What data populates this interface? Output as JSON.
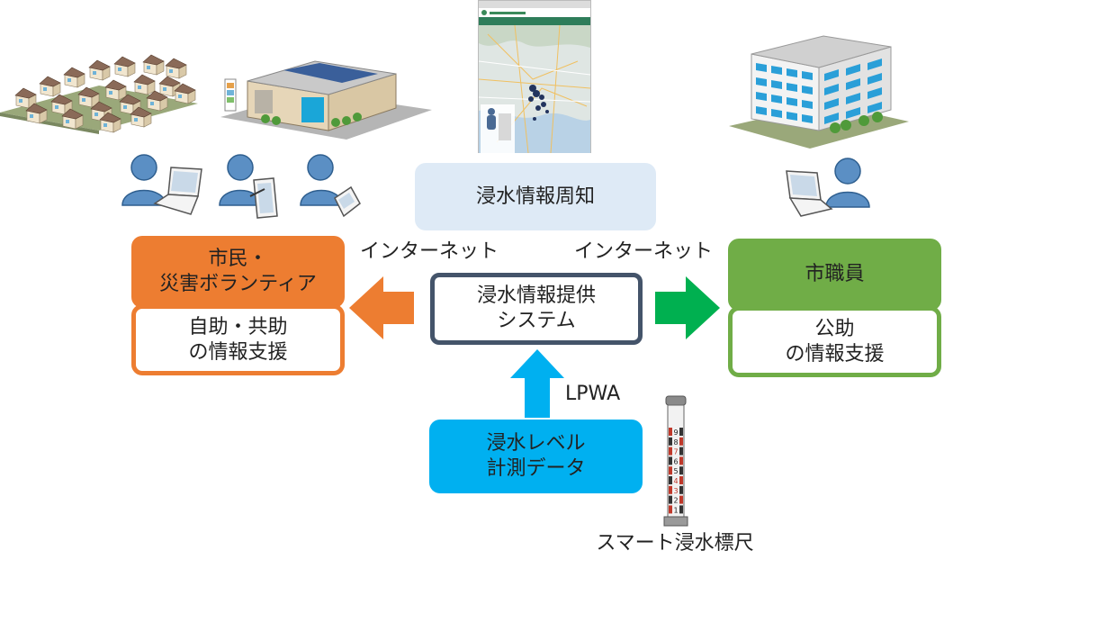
{
  "citizen": {
    "title_line1": "市民・",
    "title_line2": "災害ボランティア",
    "support_line1": "自助・共助",
    "support_line2": "の情報支援"
  },
  "staff": {
    "title": "市職員",
    "support_line1": "公助",
    "support_line2": "の情報支援"
  },
  "center": {
    "notice": "浸水情報周知",
    "system_line1": "浸水情報提供",
    "system_line2": "システム",
    "data_line1": "浸水レベル",
    "data_line2": "計測データ"
  },
  "labels": {
    "internet_left": "インターネット",
    "internet_right": "インターネット",
    "lpwa": "LPWA",
    "gauge": "スマート浸水標尺"
  },
  "gauge_numbers": [
    "9",
    "8",
    "7",
    "6",
    "5",
    "4",
    "3",
    "2",
    "1"
  ],
  "colors": {
    "orange": "#ED7D31",
    "green": "#70AD47",
    "arrow_green": "#00B050",
    "blue": "#00B0F0",
    "light_blue": "#DEEAF6",
    "dark_slate": "#44546A"
  },
  "icons": [
    "houses-illustration",
    "shopping-building-illustration",
    "map-screenshot-thumbnail",
    "office-building-illustration",
    "person-laptop-icon",
    "person-tablet-icon",
    "person-phone-icon"
  ]
}
